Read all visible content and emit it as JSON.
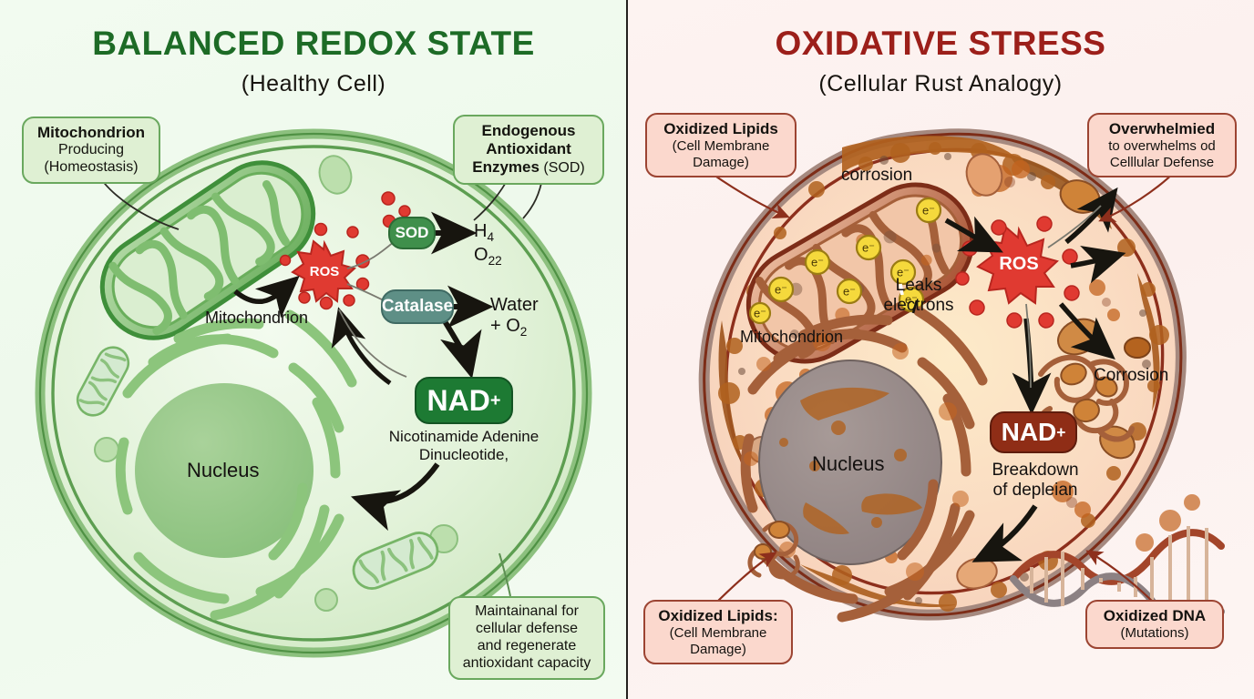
{
  "panels": {
    "left": {
      "title": "BALANCED REDOX STATE",
      "subtitle": "(Healthy Cell)",
      "accent": "#1d6b26",
      "background": "#eef9ec",
      "callouts": {
        "mitochondrion": {
          "bold": "Mitochondrion",
          "line2": "Producing",
          "line3": "(Homeostasis)"
        },
        "enzymes": {
          "line1": "Endogenous",
          "line2": "Antioxidant",
          "line3_bold": "Enzymes",
          "line3_rest": " (SOD)"
        },
        "maintain": {
          "line1": "Maintainanal for",
          "line2": "cellular defense",
          "line3": "and regenerate",
          "line4": "antioxidant capacity"
        }
      },
      "nodes": {
        "ros": "ROS",
        "sod": "SOD",
        "catalase": "Catalase",
        "nad": "NAD",
        "nad_sup": "+"
      },
      "labels": {
        "mitochondrion": "Mitochondrion",
        "nucleus": "Nucleus",
        "nad_full_1": "Nicotinamide Adenine",
        "nad_full_2": "Dinucleotide,",
        "product_sod_1": "H",
        "product_sod_1_sub": "4",
        "product_sod_2": "O",
        "product_sod_2_sub": "22",
        "product_cat_1": "Water",
        "product_cat_2": "+ O",
        "product_cat_2_sub": "2"
      }
    },
    "right": {
      "title": "OXIDATIVE STRESS",
      "subtitle": "(Cellular Rust Analogy)",
      "accent": "#9c1f1a",
      "background": "#fcf0ee",
      "callouts": {
        "lipids_top": {
          "bold": "Oxidized Lipids",
          "line2": "(Cell Membrane",
          "line3": "Damage)"
        },
        "overwhelmed": {
          "bold": "Overwhelmied",
          "line2": "to overwhelms od",
          "line3": "Celllular Defense"
        },
        "lipids_bottom": {
          "bold": "Oxidized Lipids:",
          "line2": "(Cell Membrane",
          "line3": "Damage)"
        },
        "dna": {
          "bold": "Oxidized DNA",
          "line2": "(Mutations)"
        }
      },
      "nodes": {
        "ros": "ROS",
        "nad": "NAD",
        "nad_sup": "+"
      },
      "labels": {
        "corrosion_top": "corrosion",
        "leaks_1": "Leaks",
        "leaks_2": "electrons",
        "mitochondrion": "Mitochondrion",
        "nucleus": "Nucleus",
        "corrosion_right": "Corrosion",
        "breakdown_1": "Breakdown",
        "breakdown_2": "of depleian",
        "electron": "e⁻"
      }
    }
  },
  "colors": {
    "green_dark": "#2f7a39",
    "green_mid": "#7fbb74",
    "green_light": "#cbe7bd",
    "ros_red": "#e03a31",
    "rust_orange": "#c4641f",
    "rust_brown": "#8a4222",
    "membrane_red": "#8d2f1c",
    "electron_yellow": "#f5d93c"
  }
}
